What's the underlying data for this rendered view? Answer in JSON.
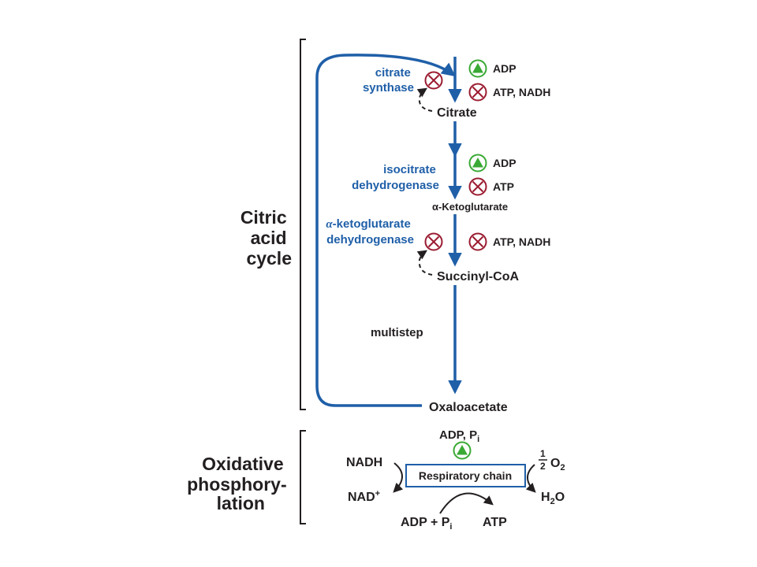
{
  "sections": {
    "citric_acid_cycle": [
      "Citric",
      "acid",
      "cycle"
    ],
    "oxidative_phosphorylation": [
      "Oxidative",
      "phosphory-",
      "lation"
    ]
  },
  "enzymes": {
    "citrate_synthase": [
      "citrate",
      "synthase"
    ],
    "isocitrate_dehydrogenase": [
      "isocitrate",
      "dehydrogenase"
    ],
    "akg_dehydrogenase": [
      "-ketoglutarate",
      "dehydrogenase"
    ],
    "akg_greek": "α",
    "multistep": "multistep"
  },
  "metabolites": {
    "citrate": "Citrate",
    "a_ketoglutarate": "-Ketoglutarate",
    "a_greek": "α",
    "succinyl_coa": "Succinyl-CoA",
    "oxaloacetate": "Oxaloacetate"
  },
  "regulators": {
    "cs_activator": "ADP",
    "cs_inhibitor": "ATP, NADH",
    "idh_activator": "ADP",
    "idh_inhibitor": "ATP",
    "akgdh_inhibitor": "ATP, NADH"
  },
  "oxphos": {
    "input_top": "ADP, P",
    "input_top_sub": "i",
    "nadh": "NADH",
    "nad": "NAD",
    "nad_sup": "+",
    "half_num": "1",
    "half_den": "2",
    "o2": "O",
    "o2_sub": "2",
    "h2o_h": "H",
    "h2o_sub": "2",
    "h2o_o": "O",
    "chain": "Respiratory chain",
    "adp_pi": "ADP + P",
    "adp_pi_sub": "i",
    "atp": "ATP"
  },
  "colors": {
    "pathway_blue": "#1f5fa8",
    "activator_green": "#3aa935",
    "inhibitor_red": "#9b1c31",
    "text_dark": "#231f20"
  },
  "icons": {
    "activator": "green-triangle-circle-icon",
    "inhibitor": "red-x-circle-icon"
  }
}
